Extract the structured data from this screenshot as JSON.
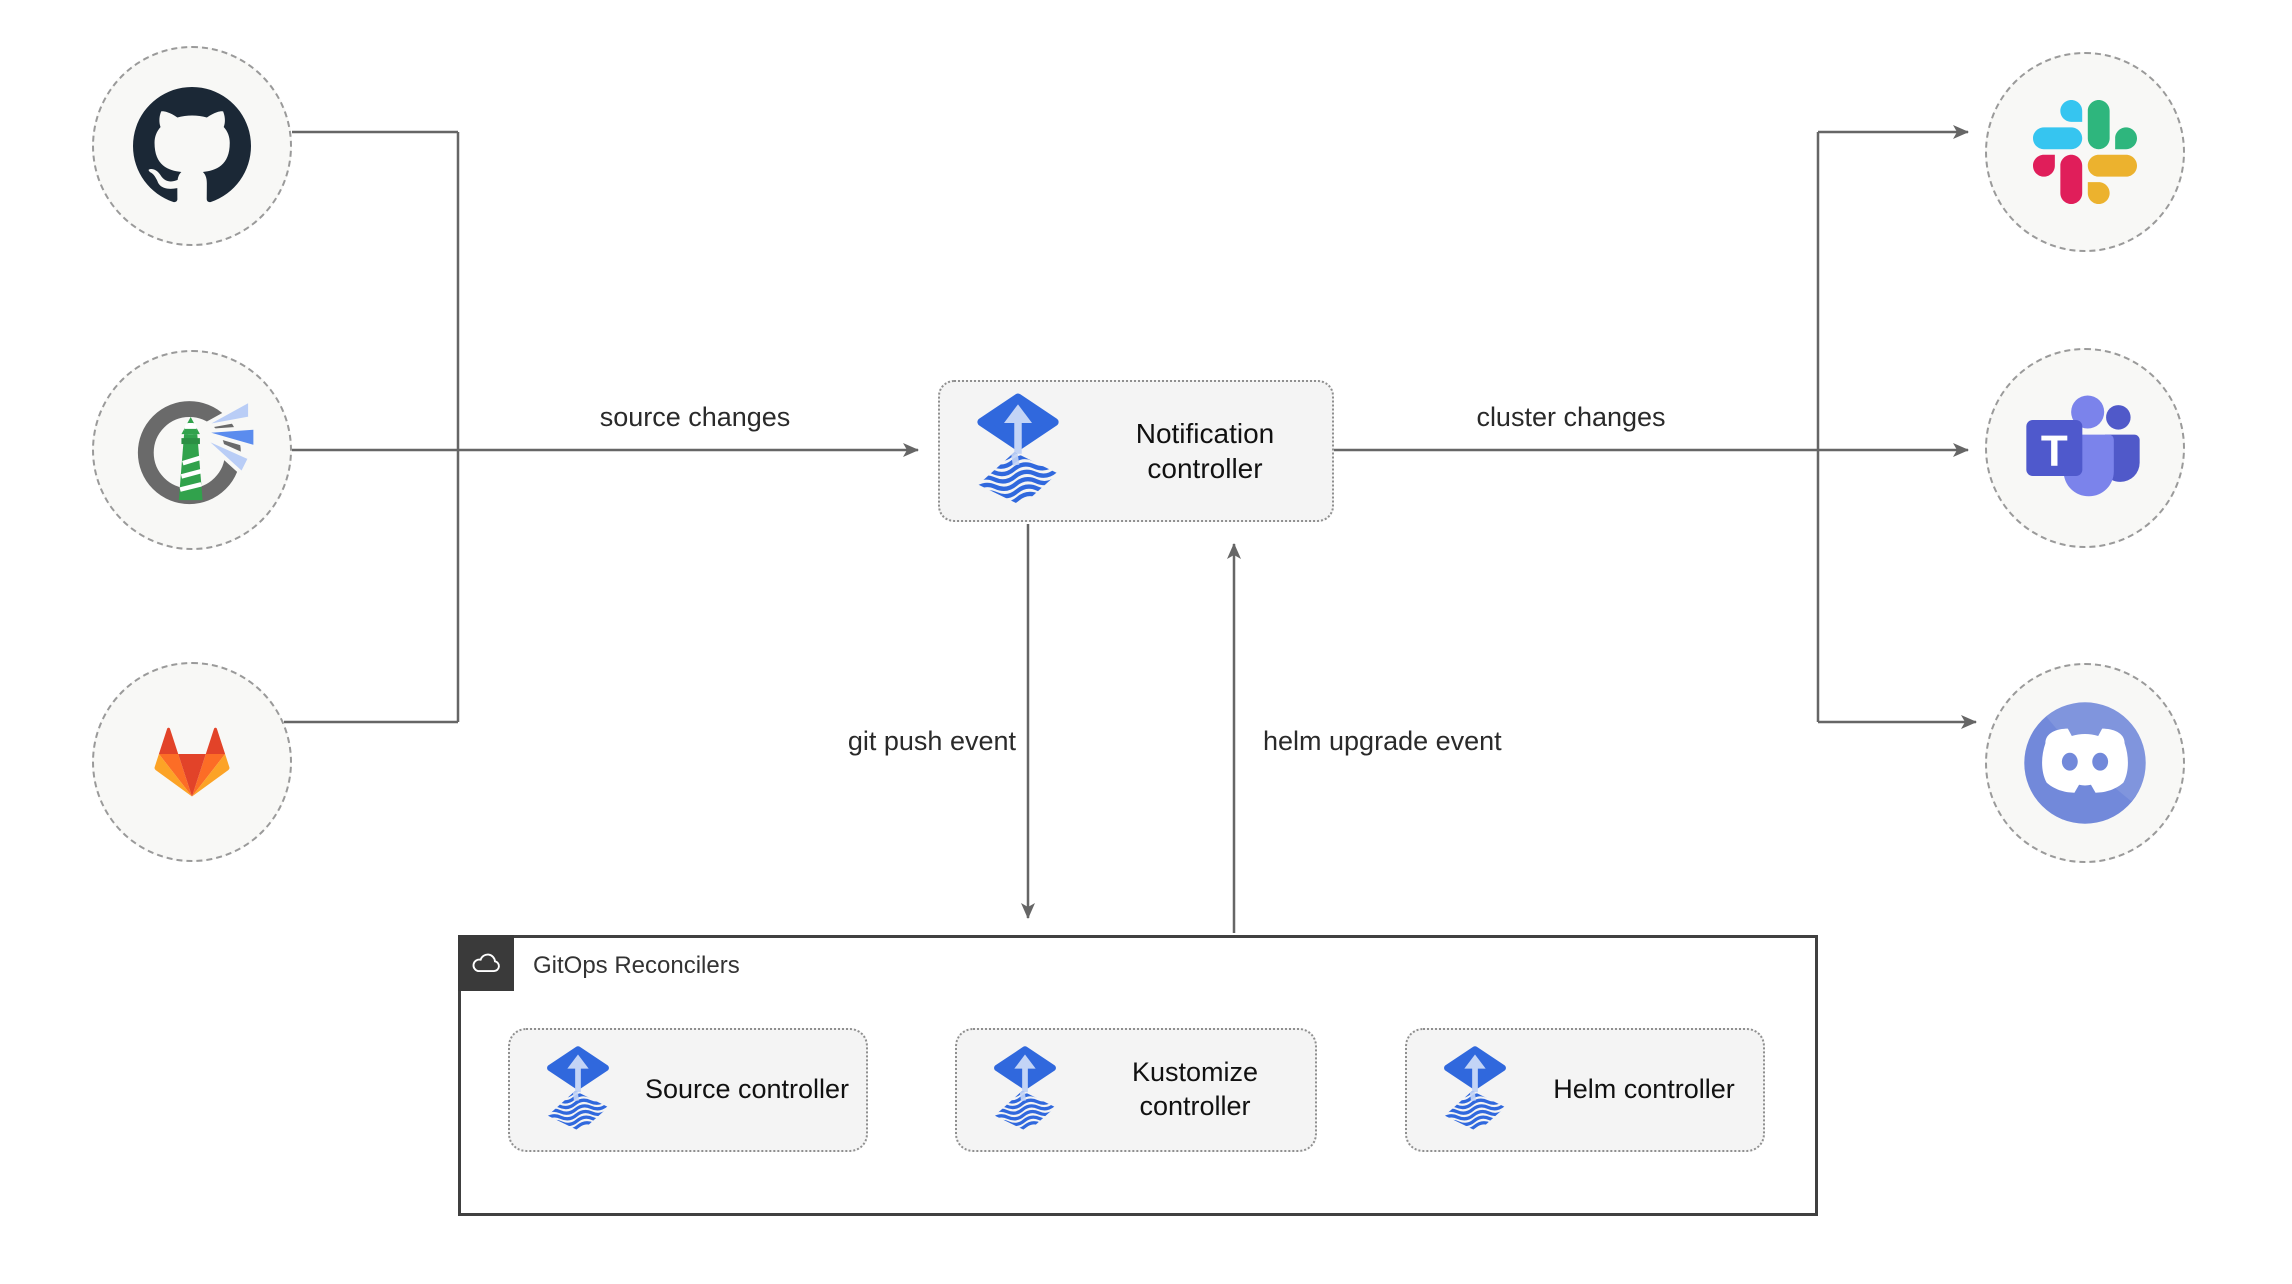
{
  "diagram": {
    "title_hint": "GitOps notification flow",
    "sources": [
      {
        "id": "github",
        "icon": "github-icon"
      },
      {
        "id": "lighthouse",
        "icon": "lighthouse-icon"
      },
      {
        "id": "gitlab",
        "icon": "gitlab-icon"
      }
    ],
    "targets": [
      {
        "id": "slack",
        "icon": "slack-icon"
      },
      {
        "id": "teams",
        "icon": "microsoft-teams-icon"
      },
      {
        "id": "discord",
        "icon": "discord-icon"
      }
    ],
    "notification_controller": {
      "label": "Notification controller",
      "icon": "flux-icon"
    },
    "edges": {
      "source_changes": "source changes",
      "cluster_changes": "cluster changes",
      "git_push_event": "git push event",
      "helm_upgrade_event": "helm upgrade event"
    },
    "reconcilers": {
      "label": "GitOps Reconcilers",
      "group_icon": "cloud-icon",
      "items": [
        {
          "label": "Source controller",
          "icon": "flux-icon"
        },
        {
          "label": "Kustomize controller",
          "icon": "flux-icon"
        },
        {
          "label": "Helm controller",
          "icon": "flux-icon"
        }
      ]
    },
    "icons": {
      "teams_letter": "T"
    },
    "colors": {
      "connector_line": "#666666",
      "flux_blue": "#3068dd",
      "flux_arrow_light": "#c3d4f6",
      "card_fill": "#f4f4f4",
      "node_fill": "#f8f8f6",
      "github": "#1b2836",
      "gitlab_red": "#e24329",
      "gitlab_orange": "#fc6d26",
      "gitlab_yellow": "#fca326",
      "slack_blue": "#36C5F0",
      "slack_green": "#2EB67D",
      "slack_yellow": "#ECB22E",
      "slack_red": "#E01E5A",
      "teams_purple": "#4f59cc",
      "teams_light_purple": "#7b83eb",
      "discord_blurple": "#7289da",
      "lighthouse_green": "#31a24c",
      "lighthouse_ring_gray": "#6a6a6a",
      "group_border": "#404040"
    }
  }
}
